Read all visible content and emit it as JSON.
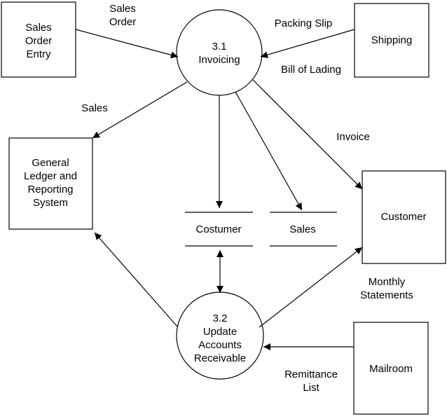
{
  "entities": {
    "sales_order_entry": [
      "Sales",
      "Order",
      "Entry"
    ],
    "shipping": [
      "Shipping"
    ],
    "general_ledger": [
      "General",
      "Ledger and",
      "Reporting",
      "System"
    ],
    "customer": [
      "Customer"
    ],
    "mailroom": [
      "Mailroom"
    ]
  },
  "processes": {
    "invoicing": [
      "3.1",
      "Invoicing"
    ],
    "update_ar": [
      "3.2",
      "Update",
      "Accounts",
      "Receivable"
    ]
  },
  "data_stores": {
    "costumer": "Costumer",
    "sales": "Sales"
  },
  "flows": {
    "sales_order": [
      "Sales",
      "Order"
    ],
    "packing_slip": "Packing Slip",
    "bill_of_lading": "Bill of Lading",
    "sales": "Sales",
    "invoice": "Invoice",
    "monthly_statements": [
      "Monthly",
      "Statements"
    ],
    "remittance_list": [
      "Remittance",
      "List"
    ]
  }
}
